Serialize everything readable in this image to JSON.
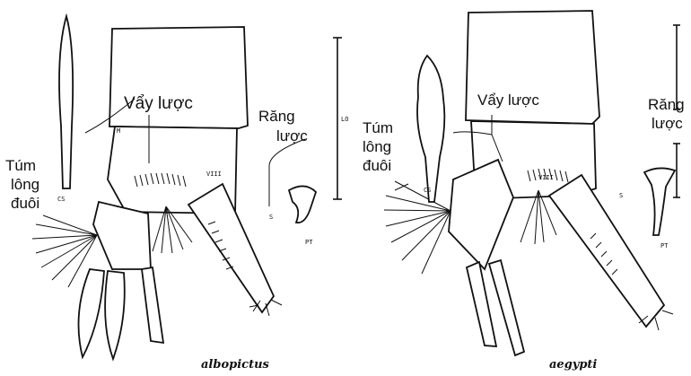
{
  "labels": {
    "left": {
      "vay_luoc": "Vẩy lược",
      "rang_1": "Răng",
      "rang_2": "lược",
      "tum_1": "Túm",
      "tum_2": "lông",
      "tum_3": "đuôi"
    },
    "right": {
      "vay_luoc": "Vẩy lược",
      "rang_1": "Răng",
      "rang_2": "lược",
      "tum_1": "Túm",
      "tum_2": "lông",
      "tum_3": "đuôi"
    }
  },
  "captions": {
    "left": "albopictus",
    "right": "aegypti"
  },
  "annotations": {
    "seg": "M",
    "viii": "VIII",
    "cs": "CS",
    "pt": "PT",
    "s": "S",
    "scale": "LO"
  }
}
